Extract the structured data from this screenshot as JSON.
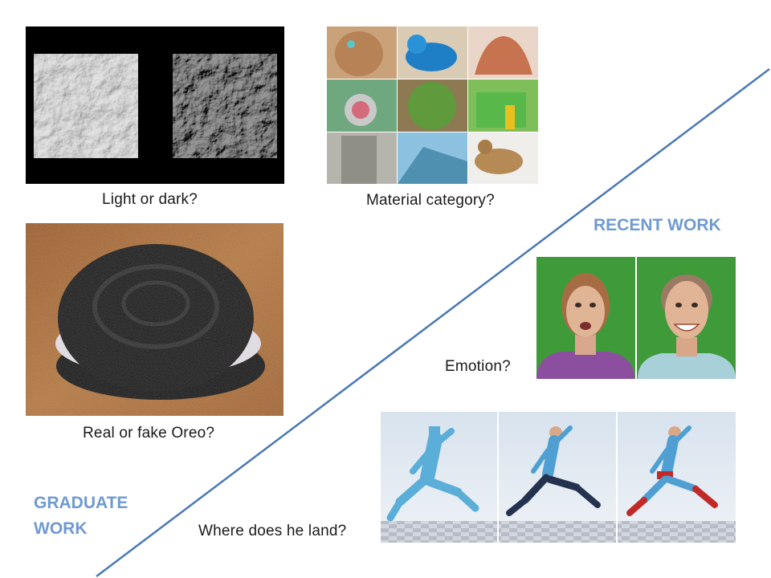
{
  "slide": {
    "captions": {
      "texture": "Light or dark?",
      "material": "Material category?",
      "oreo": "Real or fake Oreo?",
      "emotion": "Emotion?",
      "landing": "Where does he land?"
    },
    "sections": {
      "recent": "RECENT WORK",
      "graduate_line1": "GRADUATE",
      "graduate_line2": "WORK"
    },
    "colors": {
      "accent": "#6f9ad1",
      "divider": "#4a78b5",
      "green_screen": "#3f9a3a",
      "figure_blue": "#5aaed8"
    }
  }
}
